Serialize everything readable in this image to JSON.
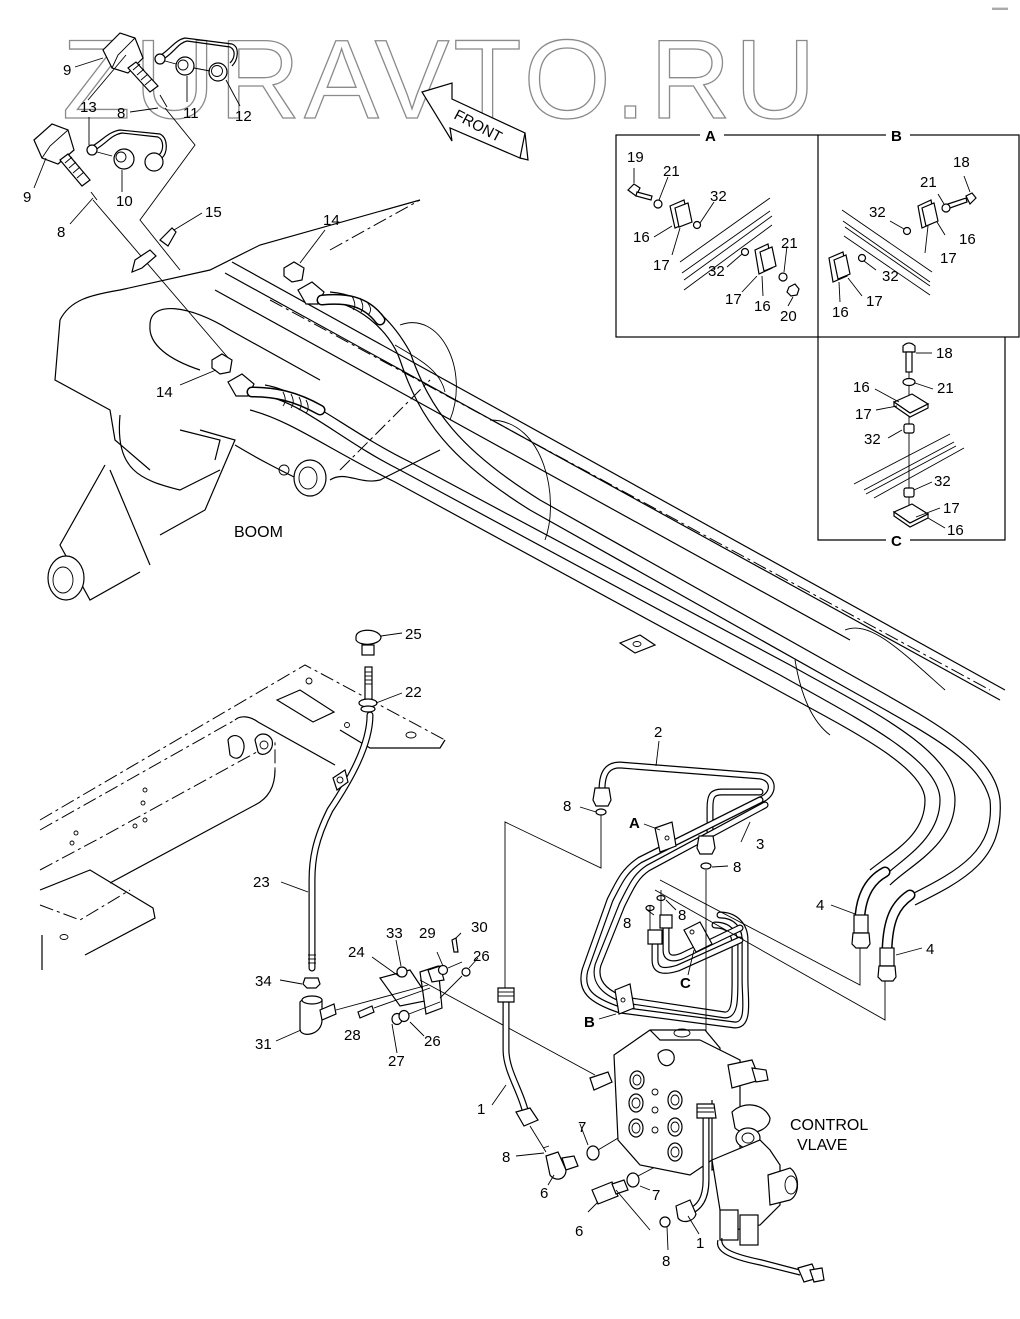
{
  "watermark": "ZURAVTO.RU",
  "corner_mark": "▬▬",
  "front_arrow_label": "FRONT",
  "captions": {
    "boom": "BOOM",
    "control_valve_line1": "CONTROL",
    "control_valve_line2": "VLAVE"
  },
  "detail_views": [
    {
      "id": "A",
      "title": "A",
      "callouts": [
        "19",
        "21",
        "32",
        "16",
        "17",
        "32",
        "21",
        "17",
        "16",
        "20"
      ]
    },
    {
      "id": "B",
      "title": "B",
      "callouts": [
        "18",
        "21",
        "32",
        "16",
        "17",
        "32",
        "16",
        "17"
      ]
    },
    {
      "id": "C",
      "title": "C",
      "callouts": [
        "18",
        "16",
        "21",
        "17",
        "32",
        "32",
        "17",
        "16"
      ]
    }
  ],
  "callouts": {
    "top_left": [
      "9",
      "13",
      "8",
      "11",
      "12",
      "9",
      "10",
      "8",
      "15",
      "14",
      "14"
    ],
    "lever": [
      "25",
      "22",
      "23",
      "34",
      "31",
      "24",
      "33",
      "29",
      "30",
      "26",
      "28",
      "27",
      "26"
    ],
    "valve": [
      "2",
      "8",
      "A",
      "3",
      "8",
      "8",
      "8",
      "C",
      "4",
      "4",
      "B",
      "1",
      "8",
      "6",
      "7",
      "7",
      "6",
      "8",
      "1"
    ]
  }
}
